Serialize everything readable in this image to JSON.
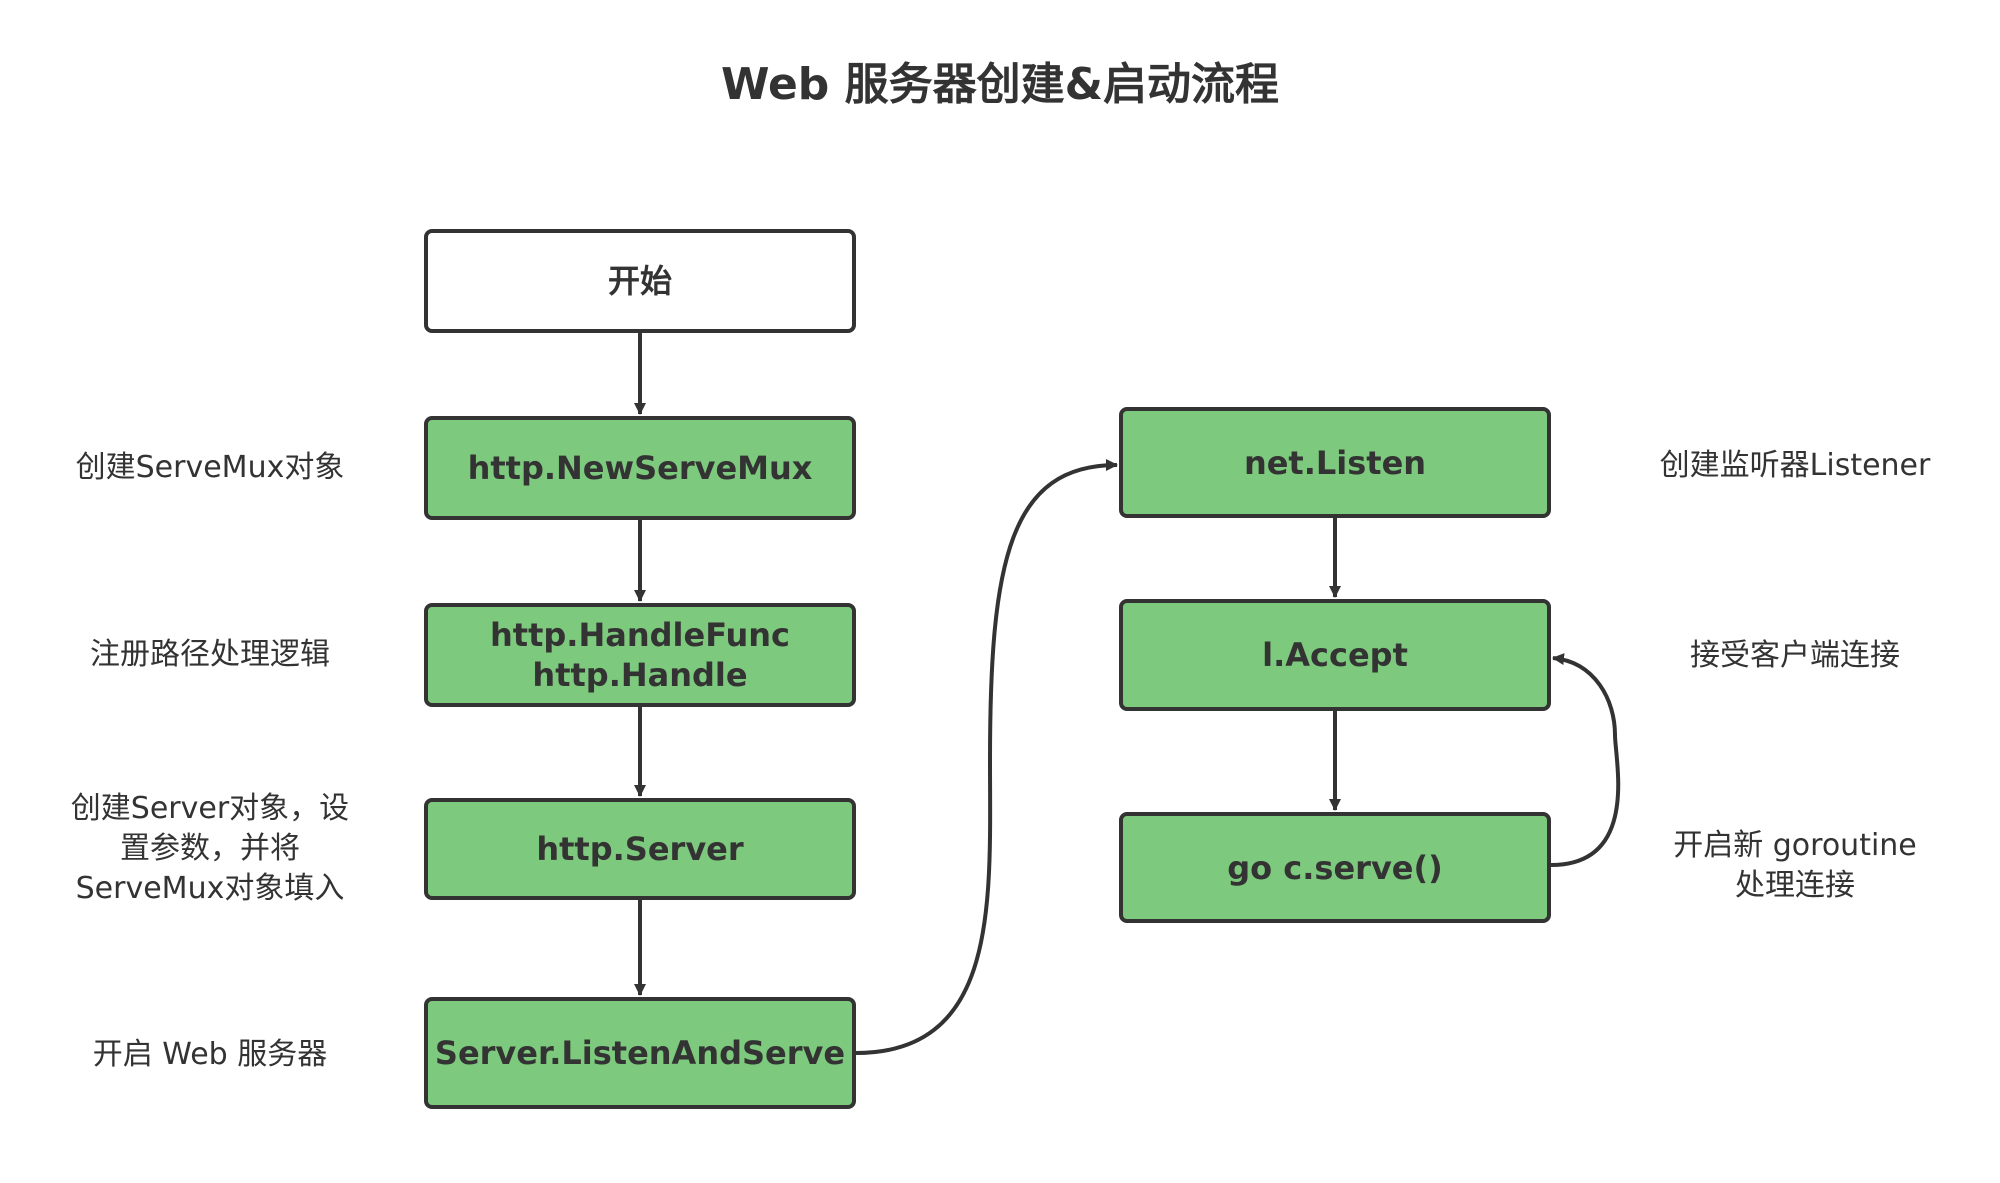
{
  "title": "Web 服务器创建&启动流程",
  "colors": {
    "box_fill": "#7dc97d",
    "start_fill": "#ffffff",
    "stroke": "#333333",
    "text": "#333333"
  },
  "left_column": {
    "start": "开始",
    "new_serve_mux": "http.NewServeMux",
    "handle_func": "http.HandleFunc",
    "handle": "http.Handle",
    "server": "http.Server",
    "listen_and_serve": "Server.ListenAndServe"
  },
  "right_column": {
    "net_listen": "net.Listen",
    "accept": "l.Accept",
    "go_serve": "go c.serve()"
  },
  "notes": {
    "create_servemux": "创建ServeMux对象",
    "register_handlers": "注册路径处理逻辑",
    "create_server_line1": "创建Server对象，设",
    "create_server_line2": "置参数，并将",
    "create_server_line3": "ServeMux对象填入",
    "start_web_server": "开启 Web 服务器",
    "create_listener": "创建监听器Listener",
    "accept_client": "接受客户端连接",
    "new_goroutine_line1": "开启新 goroutine",
    "new_goroutine_line2": "处理连接"
  }
}
